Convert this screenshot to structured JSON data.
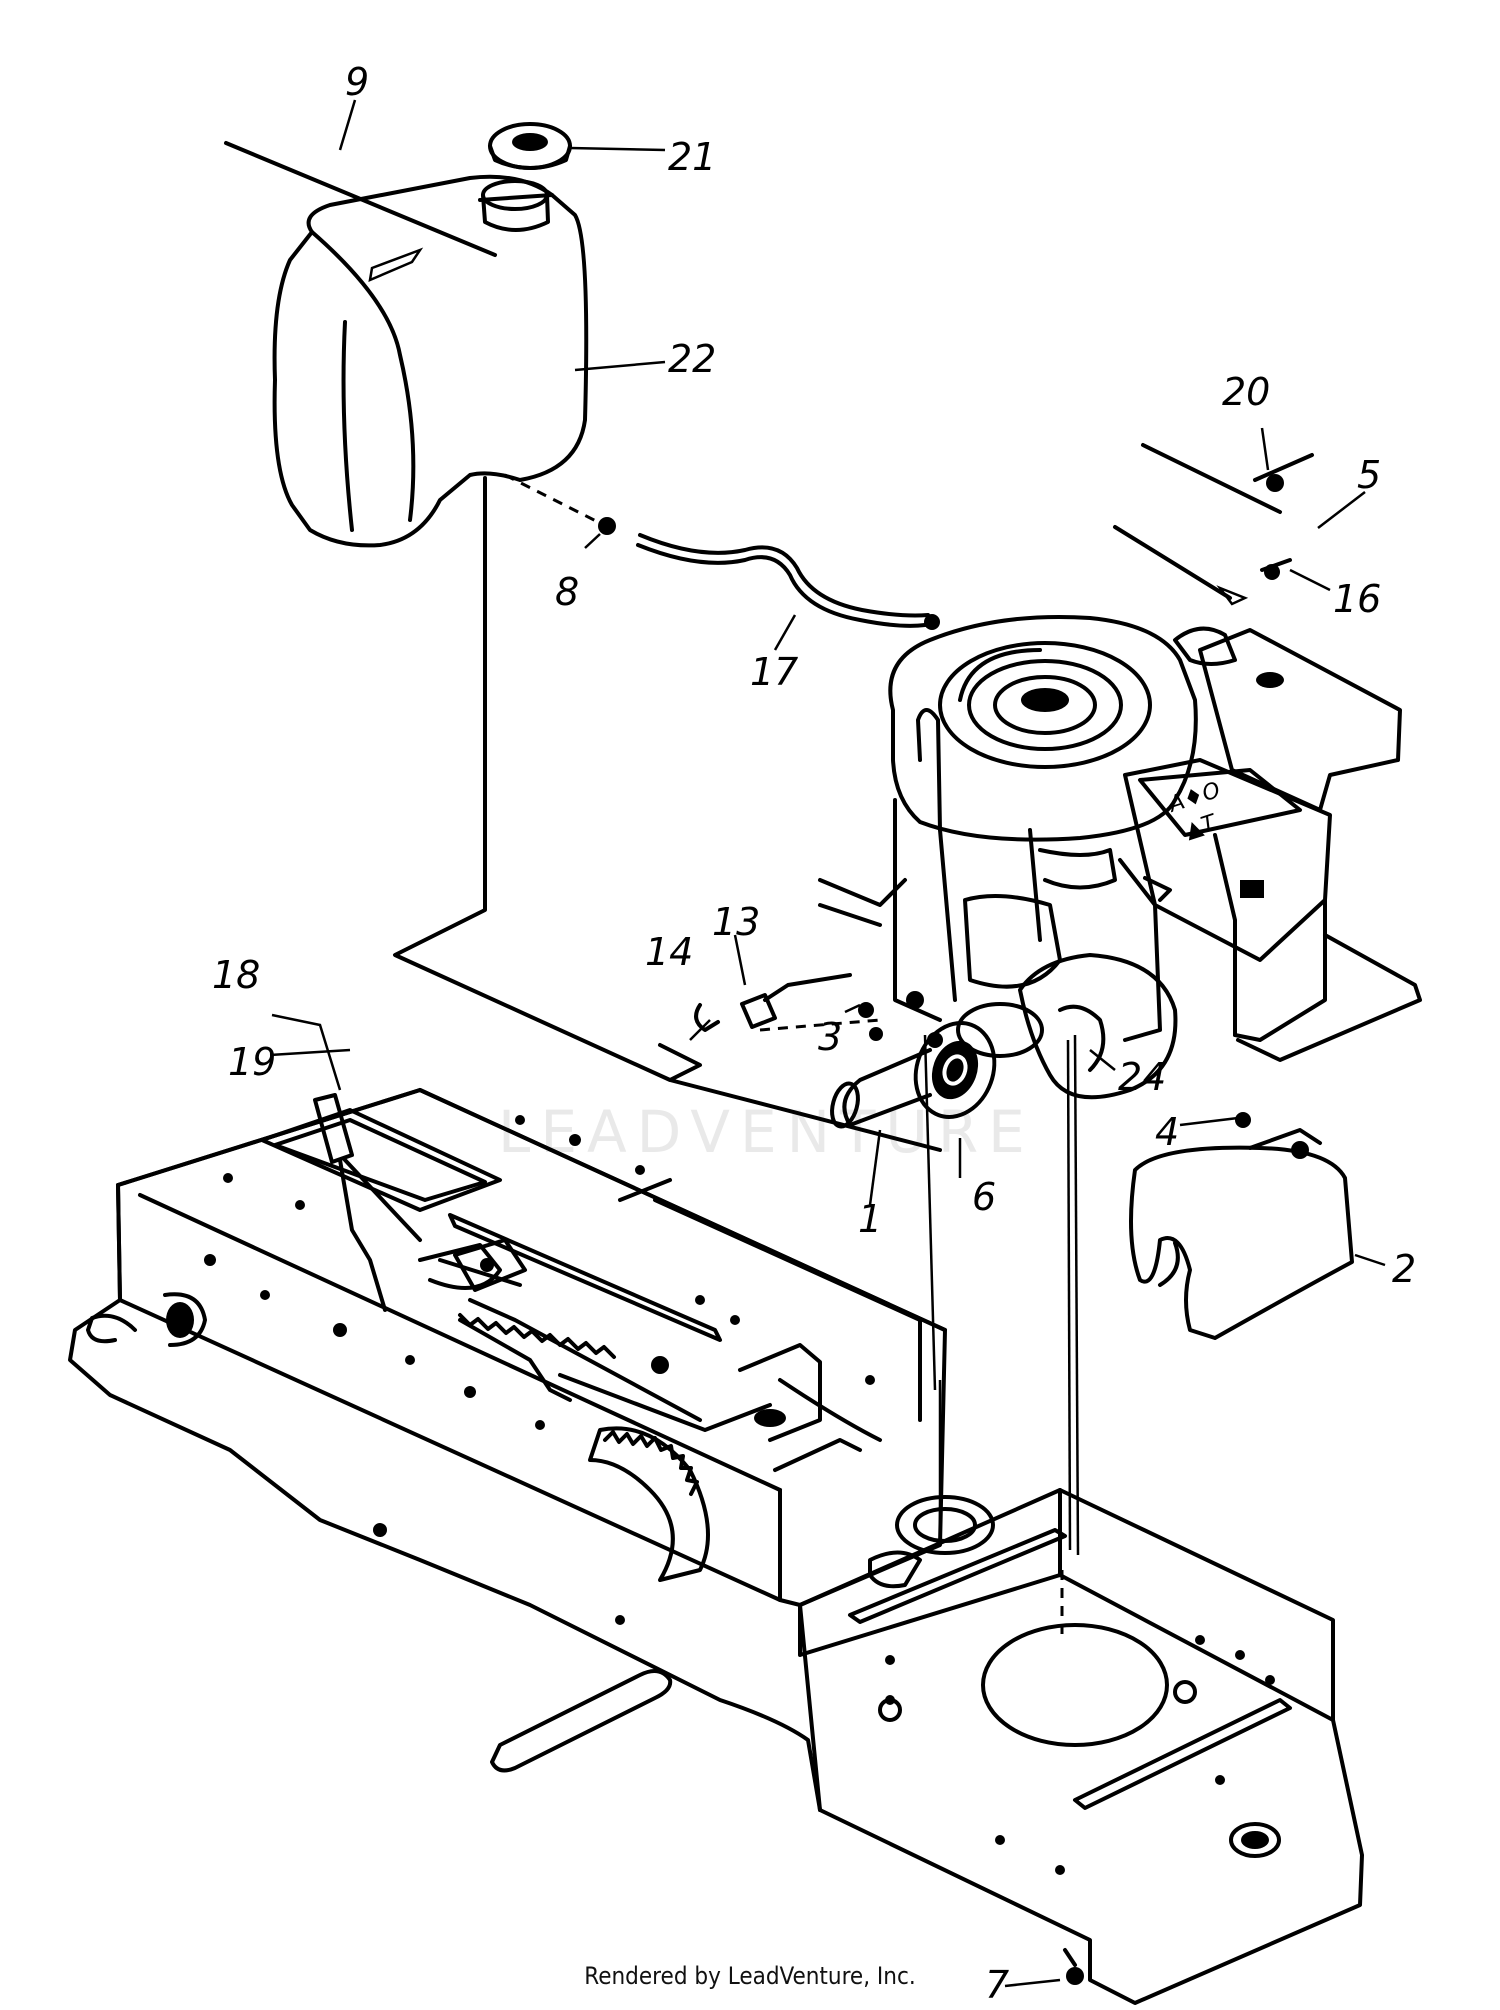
{
  "diagram": {
    "callouts": [
      {
        "id": "9",
        "text": "9"
      },
      {
        "id": "21",
        "text": "21"
      },
      {
        "id": "22",
        "text": "22"
      },
      {
        "id": "20",
        "text": "20"
      },
      {
        "id": "5",
        "text": "5"
      },
      {
        "id": "16",
        "text": "16"
      },
      {
        "id": "8",
        "text": "8"
      },
      {
        "id": "17",
        "text": "17"
      },
      {
        "id": "13",
        "text": "13"
      },
      {
        "id": "14",
        "text": "14"
      },
      {
        "id": "18",
        "text": "18"
      },
      {
        "id": "19",
        "text": "19"
      },
      {
        "id": "3",
        "text": "3"
      },
      {
        "id": "24",
        "text": "24"
      },
      {
        "id": "4",
        "text": "4"
      },
      {
        "id": "6",
        "text": "6"
      },
      {
        "id": "1",
        "text": "1"
      },
      {
        "id": "2",
        "text": "2"
      },
      {
        "id": "7",
        "text": "7"
      }
    ],
    "watermark": "LEADVENTURE",
    "footer": "Rendered by LeadVenture, Inc."
  }
}
